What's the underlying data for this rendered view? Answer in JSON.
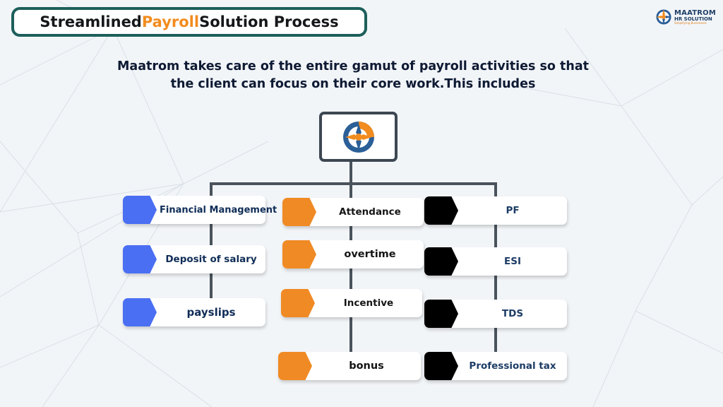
{
  "header": {
    "title_prefix": "Streamlined ",
    "title_accent": "Payroll",
    "title_suffix": " Solution Process"
  },
  "brand": {
    "name": "MAATROM",
    "sub": "HR SOLUTION",
    "tagline": "Simplifying Businesses"
  },
  "intro": {
    "line1": "Maatrom takes care of the entire gamut of payroll activities so that",
    "line2": "the client can focus on their core work.This includes"
  },
  "colors": {
    "title_border": "#1d5f5b",
    "accent": "#f28c1f",
    "blue_tab": "#4a6ff3",
    "orange_tab": "#f08a24",
    "black_tab": "#000000",
    "connector": "#4a535c"
  },
  "root": {
    "icon": "maatrom-compass-logo-icon"
  },
  "columns": [
    {
      "items": [
        "Financial Management",
        "Deposit of salary",
        "payslips"
      ]
    },
    {
      "items": [
        "Attendance",
        "overtime",
        "Incentive",
        "bonus"
      ]
    },
    {
      "items": [
        "PF",
        "ESI",
        "TDS",
        "Professional tax"
      ]
    }
  ]
}
